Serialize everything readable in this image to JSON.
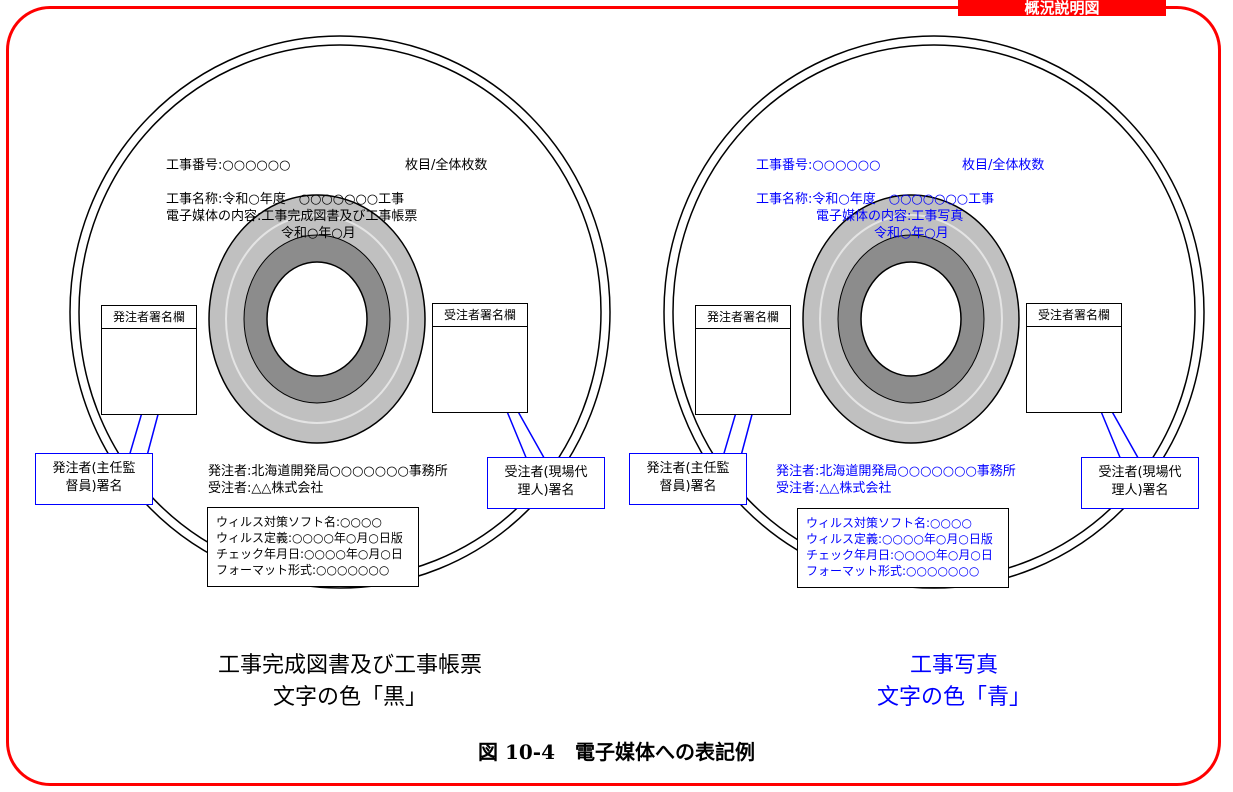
{
  "tag": "概況説明図",
  "colors": {
    "frame": "#ff0000",
    "blue": "#0000ff"
  },
  "discs": [
    {
      "id": "left",
      "text_color": "#000000",
      "work_number": "工事番号:○○○○○○",
      "sheet_count": "枚目/全体枚数",
      "work_name": "工事名称:令和○年度　○○○○○○○工事",
      "media_content": "電子媒体の内容:工事完成図書及び工事帳票",
      "date": "令和○年○月",
      "orderer_sign_box": "発注者署名欄",
      "contractor_sign_box": "受注者署名欄",
      "orderer": "発注者:北海道開発局○○○○○○○事務所",
      "contractor": "受注者:△△株式会社",
      "virus_info": [
        "ウィルス対策ソフト名:○○○○",
        "ウィルス定義:○○○○年○月○日版",
        "チェック年月日:○○○○年○月○日",
        "フォーマット形式:○○○○○○○"
      ],
      "callout_left": [
        "発注者(主任監",
        "督員)署名"
      ],
      "callout_right": [
        "受注者(現場代",
        "理人)署名"
      ],
      "caption": [
        "工事完成図書及び工事帳票",
        "文字の色「黒」"
      ]
    },
    {
      "id": "right",
      "text_color": "#0000ff",
      "work_number": "工事番号:○○○○○○",
      "sheet_count": "枚目/全体枚数",
      "work_name": "工事名称:令和○年度　○○○○○○○工事",
      "media_content": "電子媒体の内容:工事写真",
      "date": "令和○年○月",
      "orderer_sign_box": "発注者署名欄",
      "contractor_sign_box": "受注者署名欄",
      "orderer": "発注者:北海道開発局○○○○○○○事務所",
      "contractor": "受注者:△△株式会社",
      "virus_info": [
        "ウィルス対策ソフト名:○○○○",
        "ウィルス定義:○○○○年○月○日版",
        "チェック年月日:○○○○年○月○日",
        "フォーマット形式:○○○○○○○"
      ],
      "callout_left": [
        "発注者(主任監",
        "督員)署名"
      ],
      "callout_right": [
        "受注者(現場代",
        "理人)署名"
      ],
      "caption": [
        "工事写真",
        "文字の色「青」"
      ]
    }
  ],
  "figure_caption": "図 10-4　電子媒体への表記例"
}
